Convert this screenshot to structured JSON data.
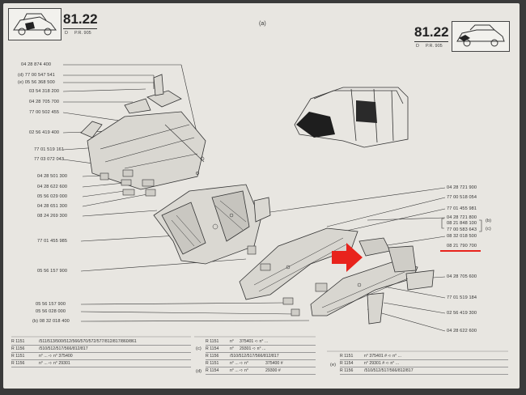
{
  "header": {
    "left_code": "81.22",
    "left_sub_d": "D",
    "left_sub_pr": "P.R. 905",
    "center_tag": "(a)",
    "right_code": "81.22",
    "right_sub_d": "D",
    "right_sub_pr": "P.R. 905"
  },
  "left_labels": [
    "04 28 874 400",
    "(d) 77 00 547 541",
    "(e) 05 56 368 500",
    "03 54 318 200",
    "04 28 705 700",
    "77 00 502 455",
    "02 56 419 400",
    "77 01 519 161",
    "77 03 072 043",
    "04 28 501 300",
    "04 28 622 600",
    "05 56 029 000",
    "04 28 651 300",
    "08 24 269 300",
    "77 01 455 985",
    "05 56 157 900",
    "05 56 157 900",
    "05 56 028 000",
    "(b) 08 32 018 400"
  ],
  "right_labels": [
    "04 28 721 900",
    "77 00 518 054",
    "77 01 455 981",
    "04 28 721 800",
    "08 21 848 100",
    "77 00 583 643",
    "08 32 018 500",
    "08 21 790 700",
    "04 28 705 600",
    "77 01 519 184",
    "02 56 419 300",
    "04 28 622 600"
  ],
  "right_brackets": [
    "(b)",
    "(c)"
  ],
  "tables": {
    "t1": {
      "rows": [
        [
          "R 1151",
          "/511/513/500/512/566/570/572/577/812/817/860/861"
        ],
        [
          "R 1156",
          "/510/512/517/566/812/817"
        ],
        [
          "R 1151",
          "n° ... ➪ n° 375400"
        ],
        [
          "R 1156",
          "n° ... ➪ n° 29301"
        ]
      ]
    },
    "t2": {
      "tag_c": "(c)",
      "tag_d": "(d)",
      "rows": [
        [
          "R 1151",
          "n°",
          "375401 ➪ n° ..."
        ],
        [
          "R 1154",
          "n°",
          "29301 ➪ n° ..."
        ],
        [
          "R 1156",
          "/510/512/517/566/812/817",
          ""
        ],
        [
          "R 1151",
          "n° ... ➪ n°",
          "375400 #"
        ],
        [
          "R 1154",
          "n° ... ➪ n°",
          "29300 #"
        ]
      ]
    },
    "t3": {
      "tag_e": "(e)",
      "rows": [
        [
          "R 1151",
          "n° 375401 # ➪ n° ..."
        ],
        [
          "R 1154",
          "n° 29301 # ➪ n° ..."
        ],
        [
          "R 1156",
          "/510/512/517/566/812/817"
        ]
      ]
    }
  },
  "colors": {
    "arrow": "#e8231c",
    "underline": "#e8231c",
    "page": "#e8e6e1",
    "ink": "#333333"
  }
}
